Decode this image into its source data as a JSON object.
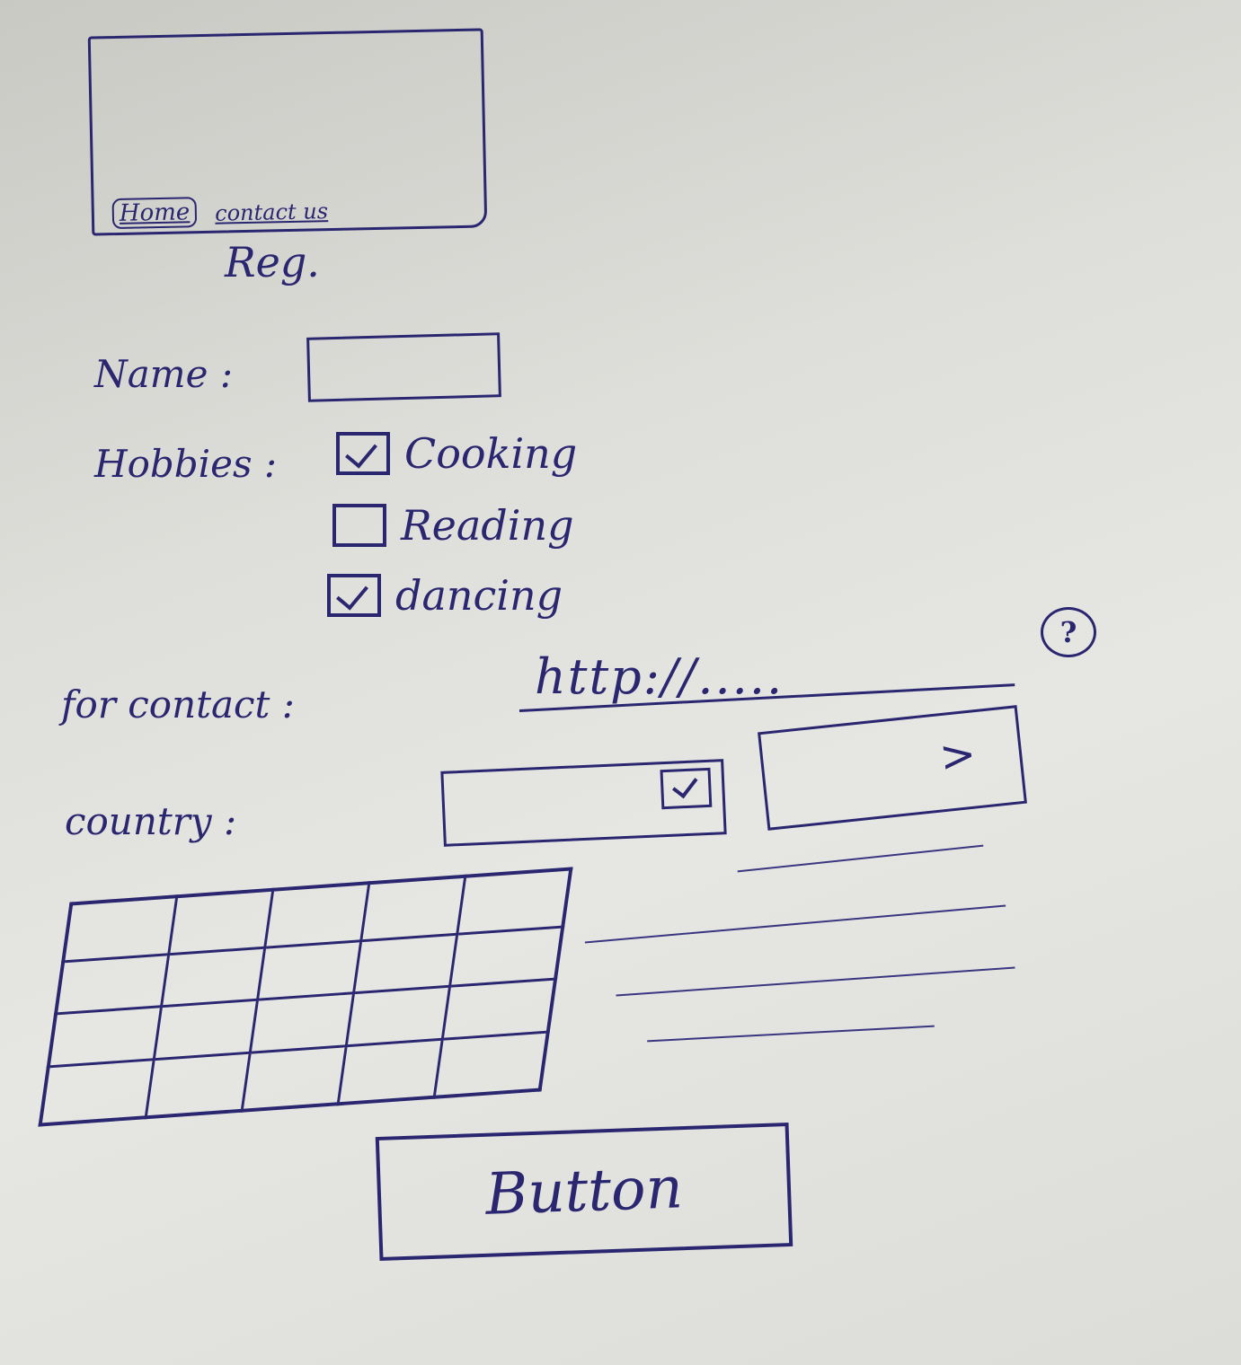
{
  "nav": {
    "items": [
      {
        "label": "Home"
      },
      {
        "label": "contact us"
      }
    ]
  },
  "page": {
    "title": "Reg."
  },
  "form": {
    "name_label": "Name :",
    "hobbies_label": "Hobbies :",
    "hobbies": [
      {
        "label": "Cooking",
        "checked": true
      },
      {
        "label": "Reading",
        "checked": false
      },
      {
        "label": "dancing",
        "checked": true
      }
    ],
    "contact_label": "for contact :",
    "contact_value": "http://.....",
    "country_label": "country :"
  },
  "actions": {
    "button_label": "Button"
  },
  "colors": {
    "ink": "#2a2670",
    "paper": "#e2e2de"
  },
  "icons": {
    "help": "help-icon",
    "next": "chevron-right-icon",
    "dropdown": "dropdown-check-icon"
  }
}
